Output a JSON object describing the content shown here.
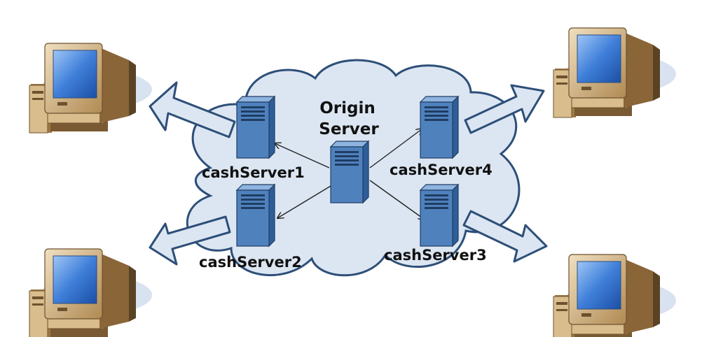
{
  "diagram": {
    "origin_label_line1": "Origin",
    "origin_label_line2": "Server",
    "servers": [
      {
        "label": "cashServer1"
      },
      {
        "label": "cashServer2"
      },
      {
        "label": "cashServer3"
      },
      {
        "label": "cashServer4"
      }
    ],
    "clients": [
      {
        "name": "client-top-left"
      },
      {
        "name": "client-bottom-left"
      },
      {
        "name": "client-top-right"
      },
      {
        "name": "client-bottom-right"
      }
    ]
  },
  "colors": {
    "cloud_fill": "#dce6f2",
    "cloud_stroke": "#2d4f78",
    "server_front": "#4f81bd",
    "server_side": "#2e5e9a",
    "server_top": "#8eb3df",
    "arrow_fill": "#dce6f2",
    "arrow_stroke": "#2d4f78",
    "monitor_case": "#c9a872",
    "monitor_dark": "#5a4324",
    "screen": "#3f7fd9"
  }
}
